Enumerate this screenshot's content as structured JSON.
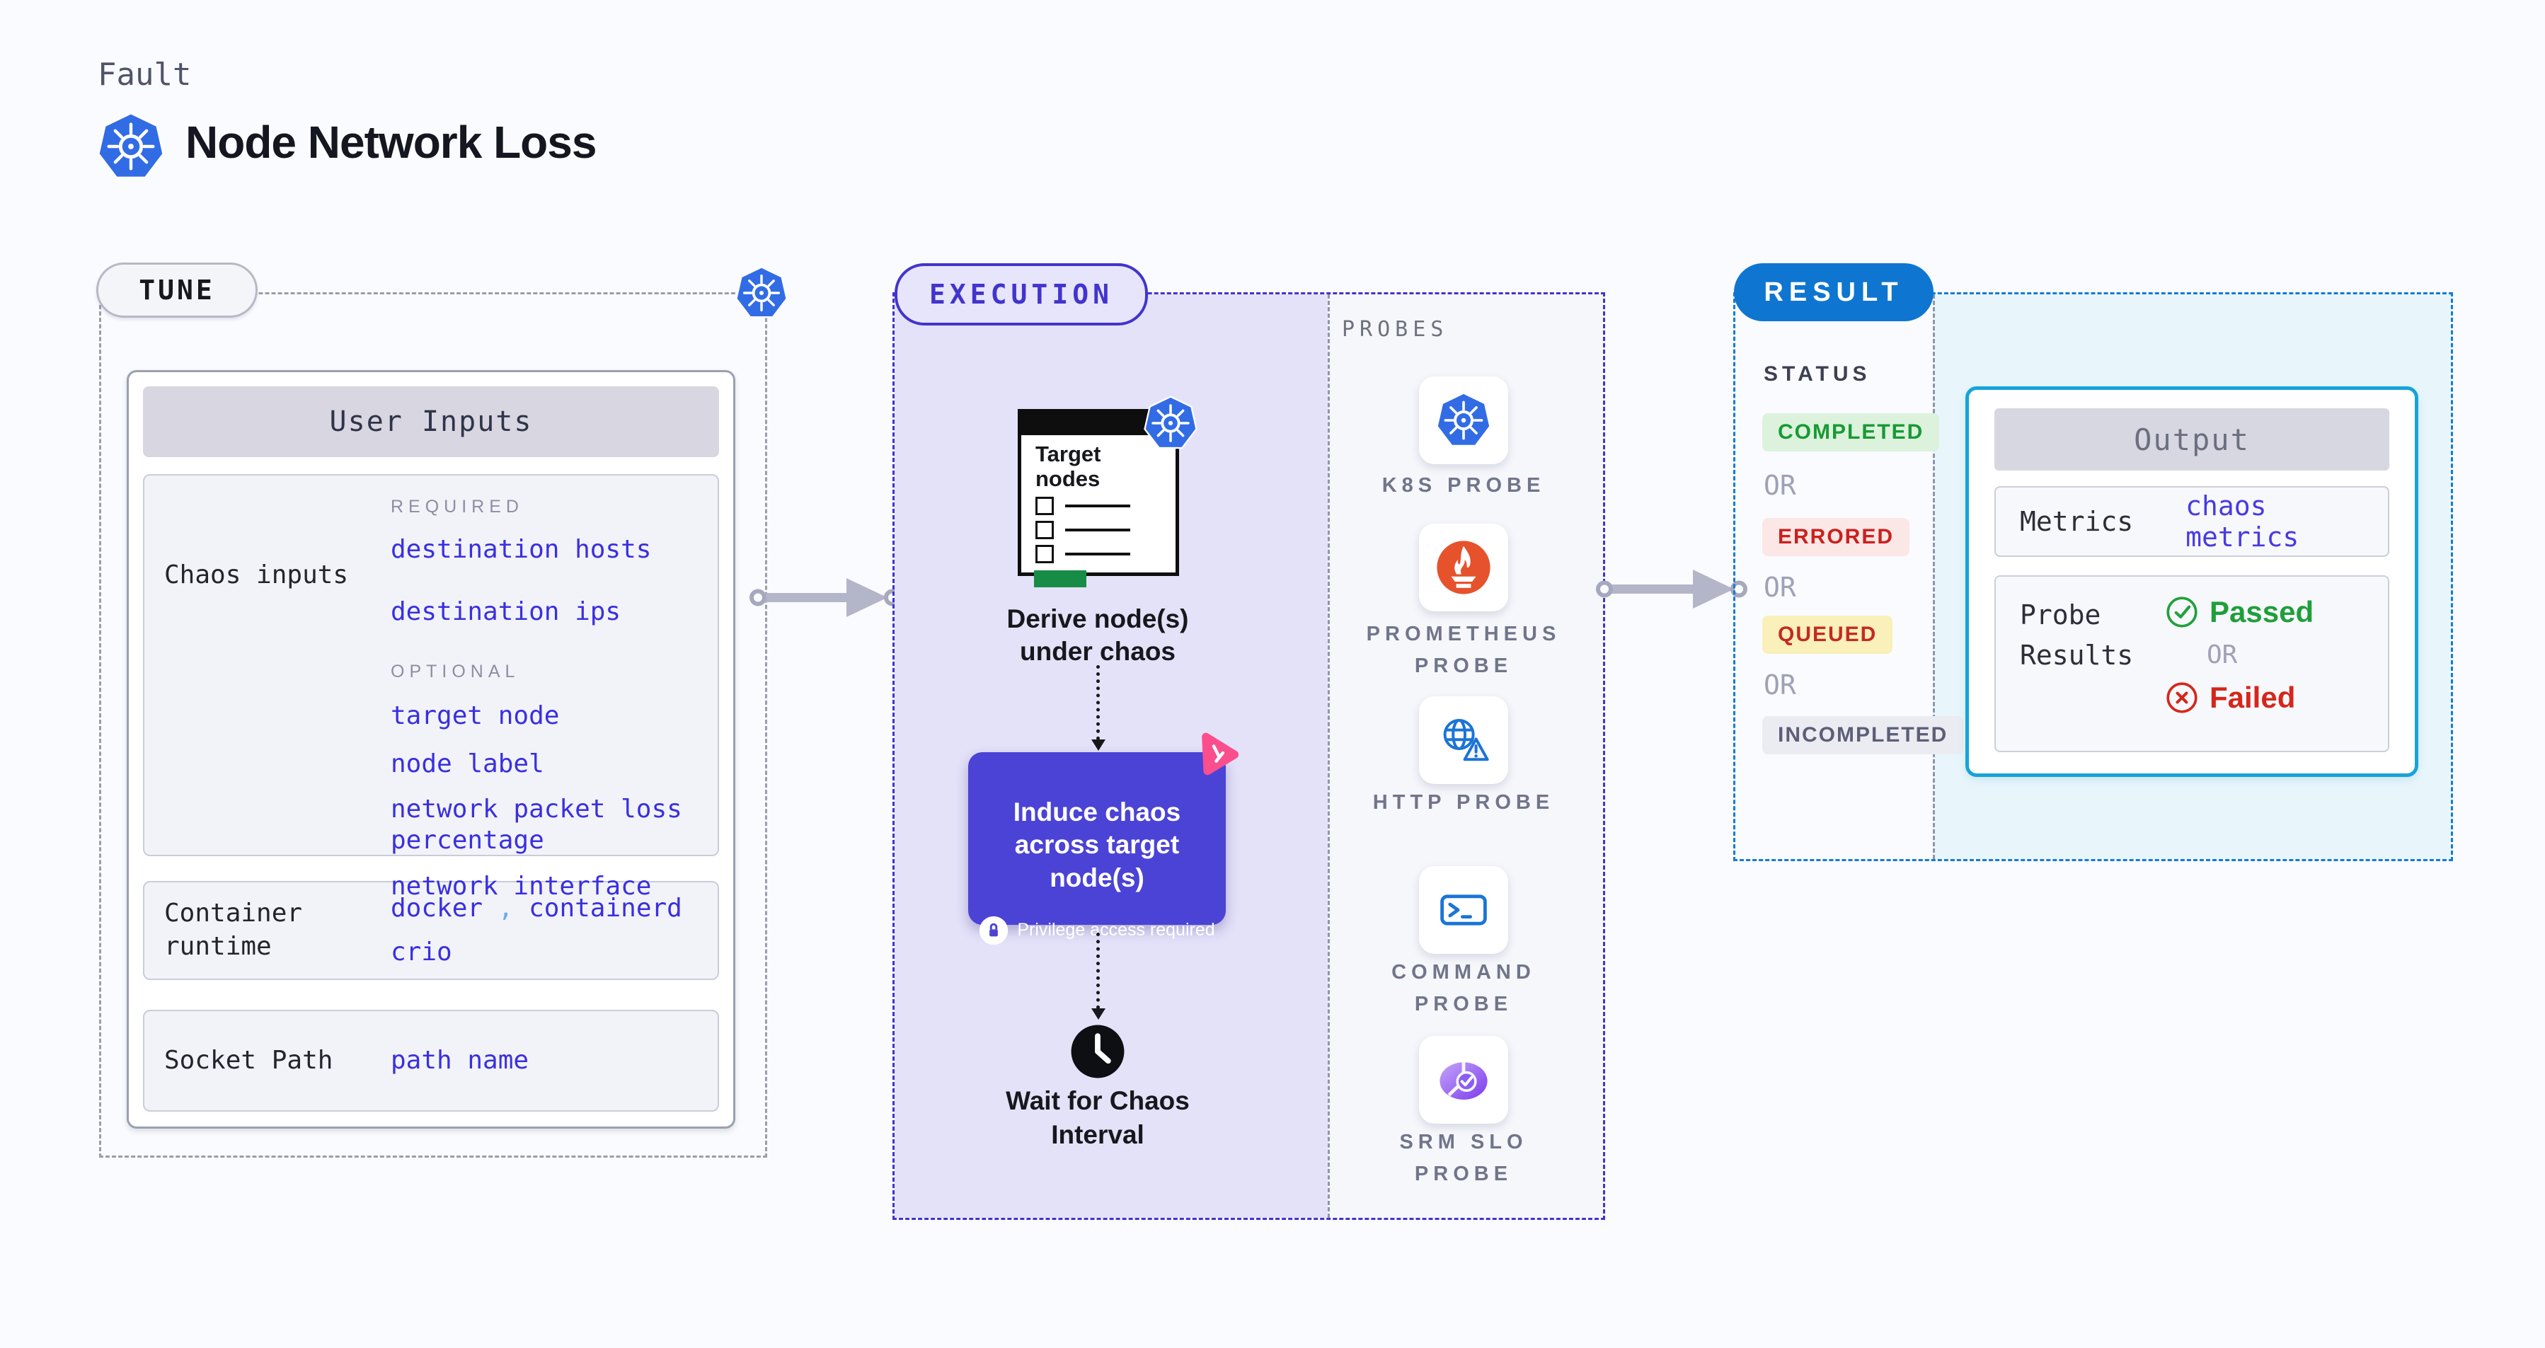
{
  "header": {
    "kicker": "Fault",
    "title": "Node Network Loss",
    "icon": "kubernetes-icon"
  },
  "tune": {
    "badge": "TUNE",
    "user_inputs": {
      "title": "User Inputs",
      "chaos": {
        "label": "Chaos inputs",
        "required_label": "REQUIRED",
        "required": [
          "destination hosts",
          "destination ips"
        ],
        "optional_label": "OPTIONAL",
        "optional": [
          "target node",
          "node label",
          "network packet loss percentage",
          "network interface"
        ]
      },
      "runtime": {
        "label": "Container runtime",
        "value1": "docker",
        "comma": ",",
        "value2": "containerd",
        "value3": "crio"
      },
      "socket": {
        "label": "Socket Path",
        "value": "path name"
      }
    }
  },
  "execution": {
    "badge": "EXECUTION",
    "target_nodes": {
      "label": "Target nodes",
      "icon": "kubernetes-icon"
    },
    "derive_label": "Derive node(s) under chaos",
    "induce": {
      "label": "Induce chaos across target node(s)",
      "privilege": "Privilege access required",
      "icon": "litmus-chaos-icon"
    },
    "wait_label": "Wait for Chaos Interval"
  },
  "probes": {
    "title": "PROBES",
    "items": [
      {
        "label": "K8S PROBE",
        "icon": "kubernetes-icon"
      },
      {
        "label": "PROMETHEUS PROBE",
        "icon": "prometheus-icon"
      },
      {
        "label": "HTTP PROBE",
        "icon": "http-globe-warning-icon"
      },
      {
        "label": "COMMAND PROBE",
        "icon": "terminal-icon"
      },
      {
        "label": "SRM SLO PROBE",
        "icon": "slo-pie-check-icon"
      }
    ]
  },
  "result": {
    "badge": "RESULT",
    "status_label": "STATUS",
    "or_label": "OR",
    "statuses": [
      {
        "label": "COMPLETED",
        "state": "success"
      },
      {
        "label": "ERRORED",
        "state": "error"
      },
      {
        "label": "QUEUED",
        "state": "warning"
      },
      {
        "label": "INCOMPLETED",
        "state": "muted"
      }
    ],
    "output": {
      "title": "Output",
      "metrics_label": "Metrics",
      "metrics_value": "chaos metrics",
      "probe_results_label": "Probe Results",
      "passed_label": "Passed",
      "or_label": "OR",
      "failed_label": "Failed"
    }
  },
  "colors": {
    "kubernetes_blue": "#326ce5",
    "execution_accent": "#4234cd",
    "induce_box_purple": "#4b43d6",
    "result_pill_blue": "#0e76d0",
    "output_border_cyan": "#17a3da",
    "link_blue": "#3a2fe0",
    "success_green": "#189a33",
    "error_red": "#c9211f",
    "queued_bg_yellow": "#f9f0ba",
    "prometheus_orange": "#e6522c",
    "litmus_pink": "#fb4e8c",
    "arrow_gray": "#b3b5c8"
  }
}
